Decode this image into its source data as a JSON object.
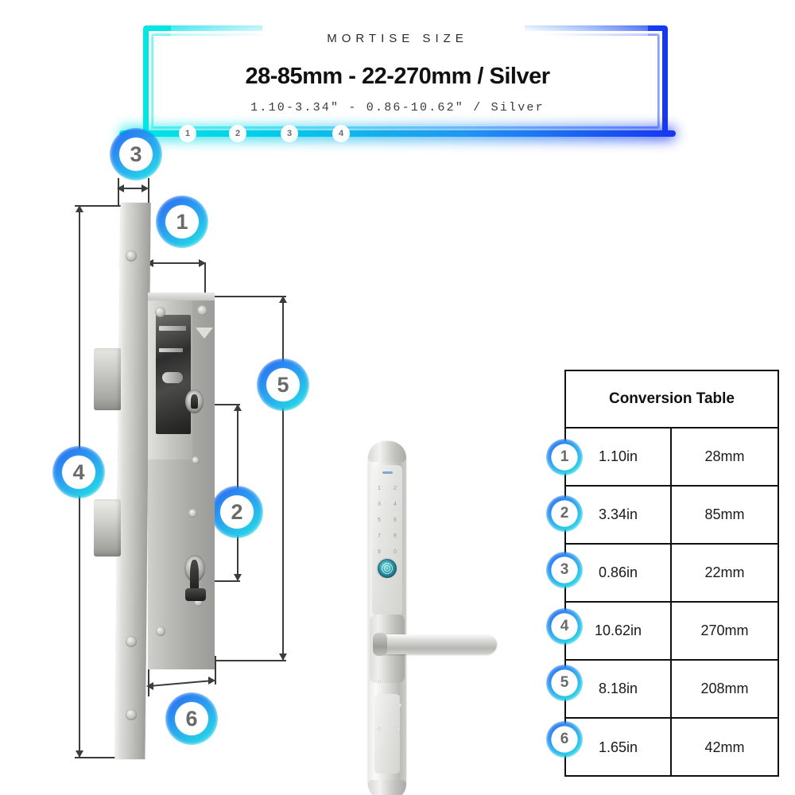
{
  "header": {
    "eyebrow": "MORTISE SIZE",
    "headline": "28-85mm - 22-270mm / Silver",
    "subline": "1.10-3.34\" - 0.86-10.62\" / Silver",
    "inline_markers": [
      "1",
      "2",
      "3",
      "4"
    ],
    "overlay_marker": "3",
    "neon_color_start": "#00e8e2",
    "neon_color_end": "#1536f0"
  },
  "diagram": {
    "markers": [
      {
        "id": "1",
        "label": "1",
        "meaning": "backset"
      },
      {
        "id": "2",
        "label": "2",
        "meaning": "center-to-latch"
      },
      {
        "id": "3",
        "label": "3",
        "meaning": "faceplate-width"
      },
      {
        "id": "4",
        "label": "4",
        "meaning": "overall-faceplate-length"
      },
      {
        "id": "5",
        "label": "5",
        "meaning": "case-height"
      },
      {
        "id": "6",
        "label": "6",
        "meaning": "case-width"
      }
    ],
    "keypad_digits": [
      "1",
      "2",
      "3",
      "4",
      "5",
      "6",
      "7",
      "8",
      "9",
      "0"
    ]
  },
  "conversion_table": {
    "title": "Conversion Table",
    "rows": [
      {
        "marker": "1",
        "inch": "1.10in",
        "mm": "28mm"
      },
      {
        "marker": "2",
        "inch": "3.34in",
        "mm": "85mm"
      },
      {
        "marker": "3",
        "inch": "0.86in",
        "mm": "22mm"
      },
      {
        "marker": "4",
        "inch": "10.62in",
        "mm": "270mm"
      },
      {
        "marker": "5",
        "inch": "8.18in",
        "mm": "208mm"
      },
      {
        "marker": "6",
        "inch": "1.65in",
        "mm": "42mm"
      }
    ]
  }
}
